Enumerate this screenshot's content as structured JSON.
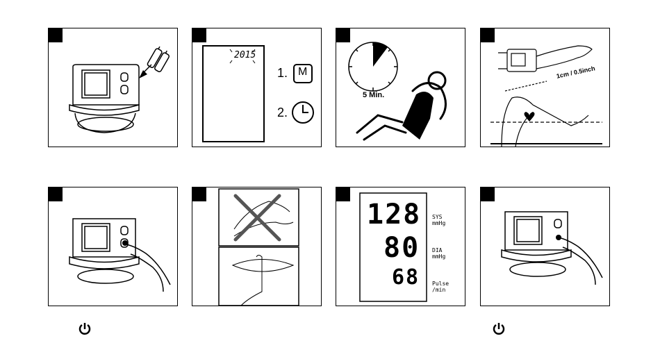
{
  "panel3": {
    "timer_label": "5 Min."
  },
  "panel2": {
    "year": "2015",
    "step1": "1.",
    "step2": "2."
  },
  "panel4": {
    "distance_label": "1cm / 0.5inch"
  },
  "panel7": {
    "sys": "128",
    "sys_unit": "SYS\nmmHg",
    "dia": "80",
    "dia_unit": "DIA\nmmHg",
    "pulse": "68",
    "pulse_unit": "Pulse\n/min"
  },
  "icons": {
    "power_left": "power-icon",
    "power_right": "power-icon"
  }
}
